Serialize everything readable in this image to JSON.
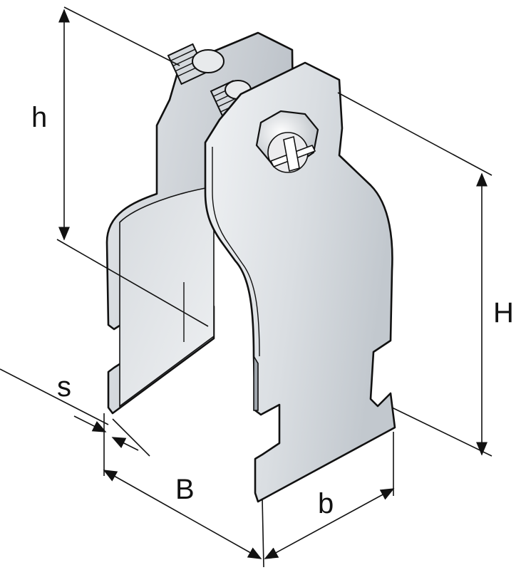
{
  "labels": {
    "h": "h",
    "H": "H",
    "s": "s",
    "B": "B",
    "b": "b"
  },
  "colors": {
    "metal_light": "#e6e9ec",
    "metal_mid": "#cdd2d7",
    "metal_dark": "#a9b0b7",
    "outline": "#111111"
  }
}
